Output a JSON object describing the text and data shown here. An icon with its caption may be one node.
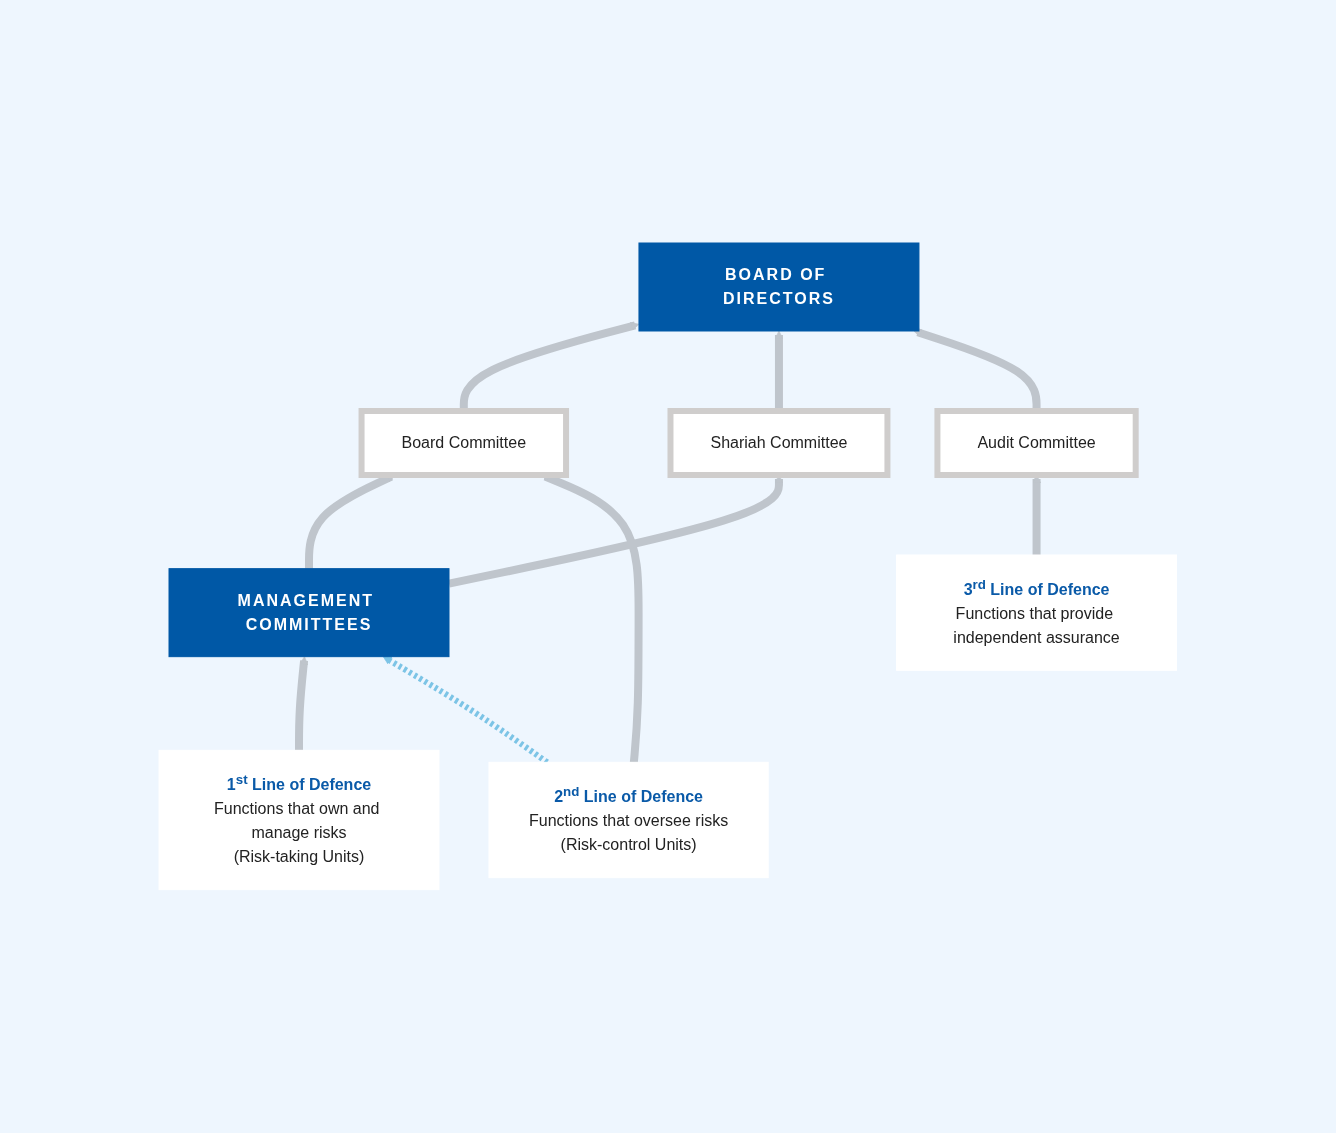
{
  "diagram": {
    "nodes": [
      {
        "text": [
          "BOARD OF DIRECTORS"
        ]
      },
      {
        "text": [
          "Board Committee"
        ]
      },
      {
        "text": [
          "Shariah Committee"
        ]
      },
      {
        "text": [
          "Audit Committee"
        ]
      },
      {
        "text": [
          "MANAGEMENT COMMITTEES"
        ]
      },
      {
        "text": [
          "1$^{st}$ Line of Defence",
          "Functions that own and manage risks",
          "(Risk-taking Units)"
        ]
      },
      {
        "text": [
          "2$^{nd}$ Line of Defence",
          "Functions that oversee risks",
          "(Risk-control Units)"
        ]
      },
      {
        "text": [
          "3$^{rd}$ Line of Defence",
          "Functions that provide independent assurance"
        ]
      }
    ],
    "edges": [
      {
        "from": 1,
        "to": 0,
        "arrow": "to"
      },
      {
        "from": 2,
        "to": 0,
        "arrow": "to"
      },
      {
        "from": 3,
        "to": 0,
        "arrow": "to"
      },
      {
        "from": 4,
        "to": 1,
        "arrow": "to"
      },
      {
        "from": 6,
        "to": 1,
        "arrow": "to"
      },
      {
        "from": 4,
        "to": 2,
        "arrow": "to"
      },
      {
        "from": 5,
        "to": 4,
        "arrow": "to"
      },
      {
        "from": 6,
        "to": 4,
        "arrow": "to",
        "style": "dashed",
        "color": "#7cc4e6"
      },
      {
        "from": 7,
        "to": 3,
        "arrow": "to"
      }
    ]
  }
}
